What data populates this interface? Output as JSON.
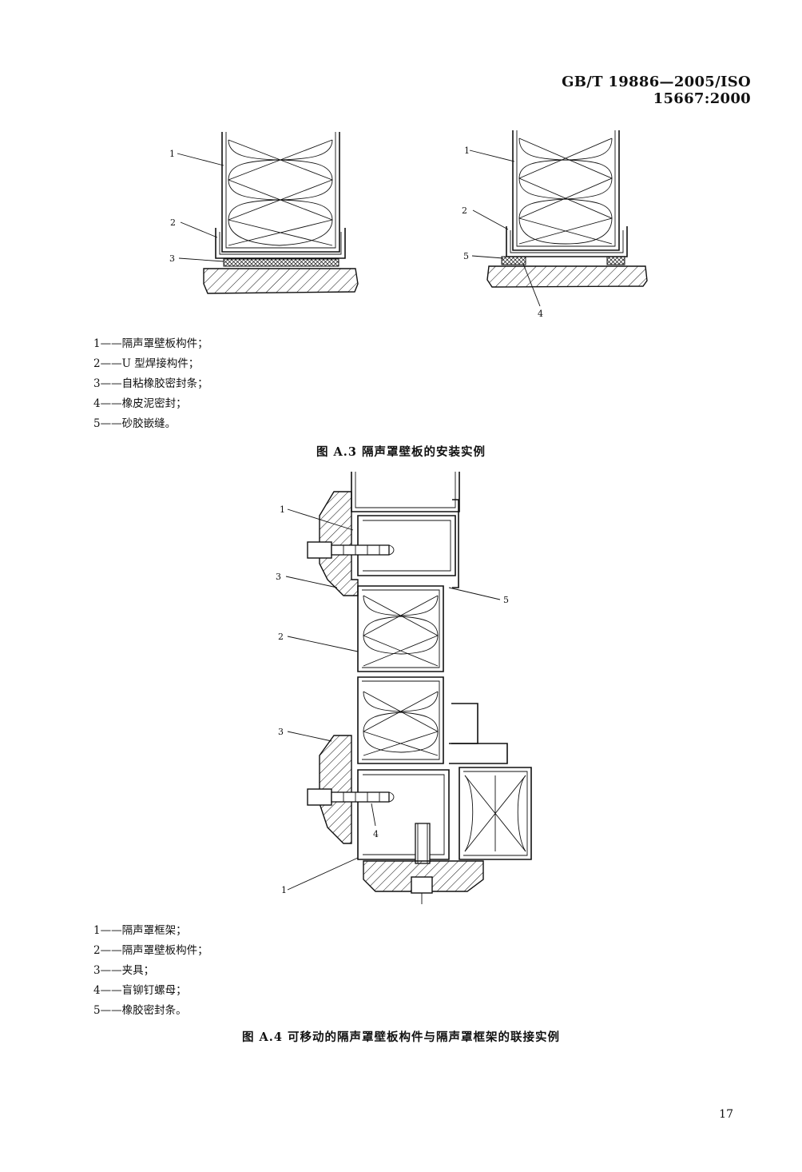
{
  "header": {
    "standard": "GB/T 19886—2005/ISO 15667:2000"
  },
  "figure_a3": {
    "callouts": [
      "1",
      "2",
      "3",
      "1",
      "2",
      "5",
      "4"
    ],
    "legend": [
      {
        "num": "1",
        "dash": "——",
        "text": "隔声罩壁板构件；"
      },
      {
        "num": "2",
        "dash": "——",
        "text": "U 型焊接构件；"
      },
      {
        "num": "3",
        "dash": "——",
        "text": "自粘橡胶密封条；"
      },
      {
        "num": "4",
        "dash": "——",
        "text": "橡皮泥密封；"
      },
      {
        "num": "5",
        "dash": "——",
        "text": "砂胶嵌缝。"
      }
    ],
    "caption": "图 A.3  隔声罩壁板的安装实例"
  },
  "figure_a4": {
    "callouts": [
      "1",
      "3",
      "5",
      "2",
      "3",
      "4",
      "1"
    ],
    "legend": [
      {
        "num": "1",
        "dash": "——",
        "text": "隔声罩框架；"
      },
      {
        "num": "2",
        "dash": "——",
        "text": "隔声罩壁板构件；"
      },
      {
        "num": "3",
        "dash": "——",
        "text": "夹具；"
      },
      {
        "num": "4",
        "dash": "——",
        "text": "盲铆钉螺母；"
      },
      {
        "num": "5",
        "dash": "——",
        "text": "橡胶密封条。"
      }
    ],
    "caption": "图 A.4  可移动的隔声罩壁板构件与隔声罩框架的联接实例"
  },
  "footer": {
    "page_number": "17"
  }
}
